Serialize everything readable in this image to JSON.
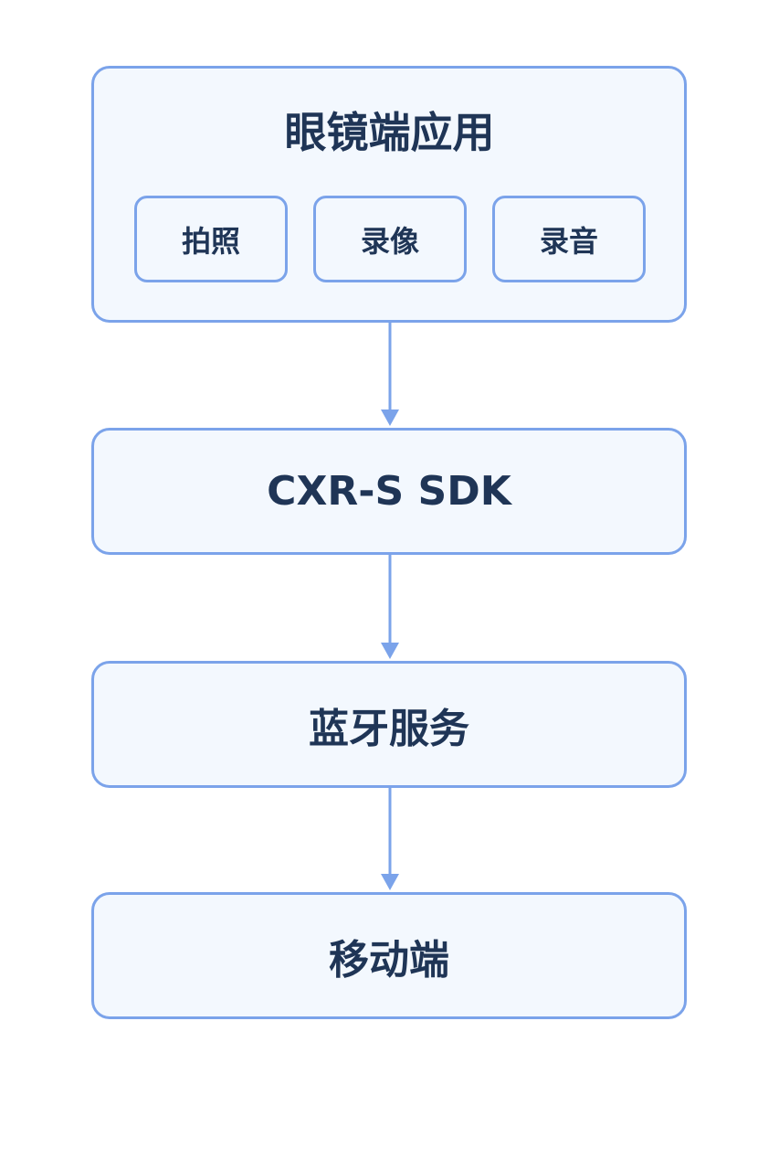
{
  "diagram": {
    "app_layer": {
      "title": "眼镜端应用",
      "features": [
        "拍照",
        "录像",
        "录音"
      ]
    },
    "sdk_layer": {
      "label": "CXR-S SDK"
    },
    "bluetooth_layer": {
      "label": "蓝牙服务"
    },
    "mobile_layer": {
      "label": "移动端"
    },
    "colors": {
      "border": "#7ba3ea",
      "fill": "#f3f8fe",
      "text": "#1f3556",
      "arrow": "#7ba3ea"
    }
  }
}
